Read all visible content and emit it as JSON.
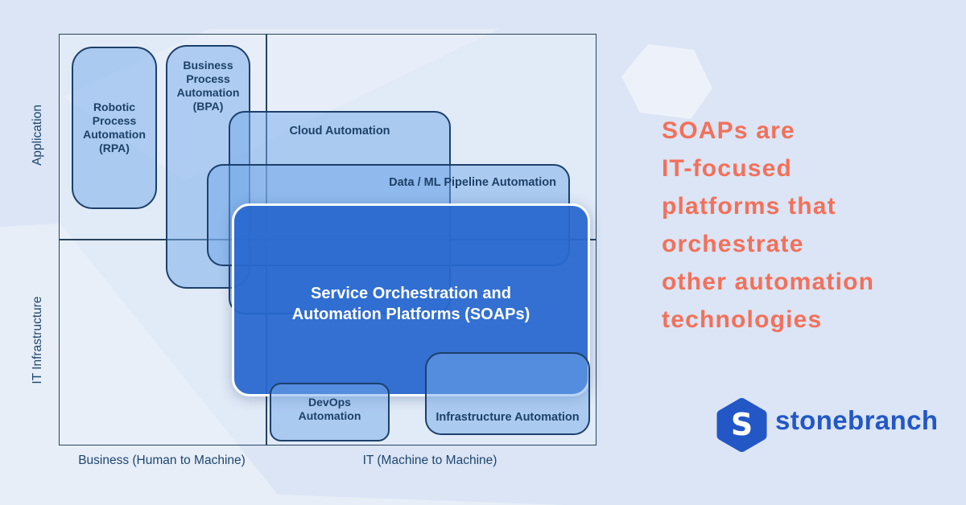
{
  "canvas": {
    "background": "#dbe5f5"
  },
  "quadrant_chart": {
    "type": "quadrant-diagram",
    "y_axis_labels": {
      "top": "Application",
      "bottom": "IT Infrastructure"
    },
    "x_axis_labels": {
      "left": "Business (Human to Machine)",
      "right": "IT (Machine to Machine)"
    },
    "boxes": [
      {
        "id": "rpa",
        "label": "Robotic\nProcess\nAutomation\n(RPA)"
      },
      {
        "id": "bpa",
        "label": "Business\nProcess\nAutomation\n(BPA)"
      },
      {
        "id": "cloud-automation",
        "label": "Cloud Automation"
      },
      {
        "id": "data-ml-pipeline-automation",
        "label": "Data / ML Pipeline Automation"
      },
      {
        "id": "soap",
        "label": "Service Orchestration and\nAutomation Platforms (SOAPs)",
        "highlight": true
      },
      {
        "id": "devops-automation",
        "label": "DevOps\nAutomation"
      },
      {
        "id": "infrastructure-automation",
        "label": "Infrastructure Automation"
      }
    ]
  },
  "headline": {
    "lines": [
      "SOAPs are",
      "IT-focused",
      "platforms that",
      "orchestrate",
      "other automation",
      "technologies"
    ],
    "color": "#F3705A"
  },
  "logo": {
    "initial": "S",
    "wordmark": "stonebranch",
    "color": "#2357C6"
  },
  "colors": {
    "soap_blue": "#2E70D3",
    "light_box_fill": "rgba(117,169,233,0.5)",
    "box_border": "#1C406B",
    "text_navy": "#1D4168",
    "accent_orange": "#F3705A",
    "logo_blue": "#2357C6"
  }
}
